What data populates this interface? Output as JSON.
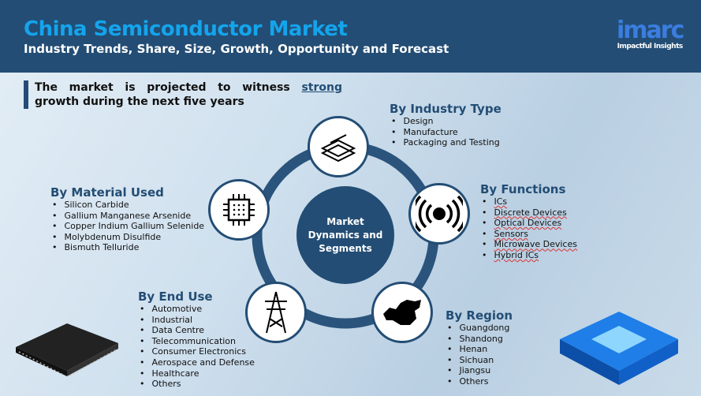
{
  "header": {
    "title": "China Semiconductor Market",
    "subtitle": "Industry Trends, Share, Size, Growth, Opportunity and Forecast"
  },
  "logo": {
    "name": "imarc",
    "tagline": "Impactful Insights"
  },
  "tagline": {
    "text": "The market is projected to witness",
    "emphasis": "strong",
    "rest": "growth during the next five years"
  },
  "center": {
    "label": "Market Dynamics and Segments"
  },
  "segments": {
    "industry_type": {
      "title": "By Industry Type",
      "items": [
        "Design",
        "Manufacture",
        "Packaging and Testing"
      ]
    },
    "functions": {
      "title": "By Functions",
      "items": [
        "ICs",
        "Discrete Devices",
        "Optical Devices",
        "Sensors",
        "Microwave Devices",
        "Hybrid ICs"
      ]
    },
    "region": {
      "title": "By Region",
      "items": [
        "Guangdong",
        "Shandong",
        "Henan",
        "Sichuan",
        "Jiangsu",
        "Others"
      ]
    },
    "end_use": {
      "title": "By End Use",
      "items": [
        "Automotive",
        "Industrial",
        "Data Centre",
        "Telecommunication",
        "Consumer Electronics",
        "Aerospace and Defense",
        "Healthcare",
        "Others"
      ]
    },
    "material": {
      "title": "By Material Used",
      "items": [
        "Silicon Carbide",
        "Gallium Manganese Arsenide",
        "Copper Indium Gallium Selenide",
        "Molybdenum Disulfide",
        "Bismuth Telluride"
      ]
    }
  },
  "colors": {
    "header": "#234d74",
    "title": "#14a4ec",
    "ring": "#2b547c"
  }
}
